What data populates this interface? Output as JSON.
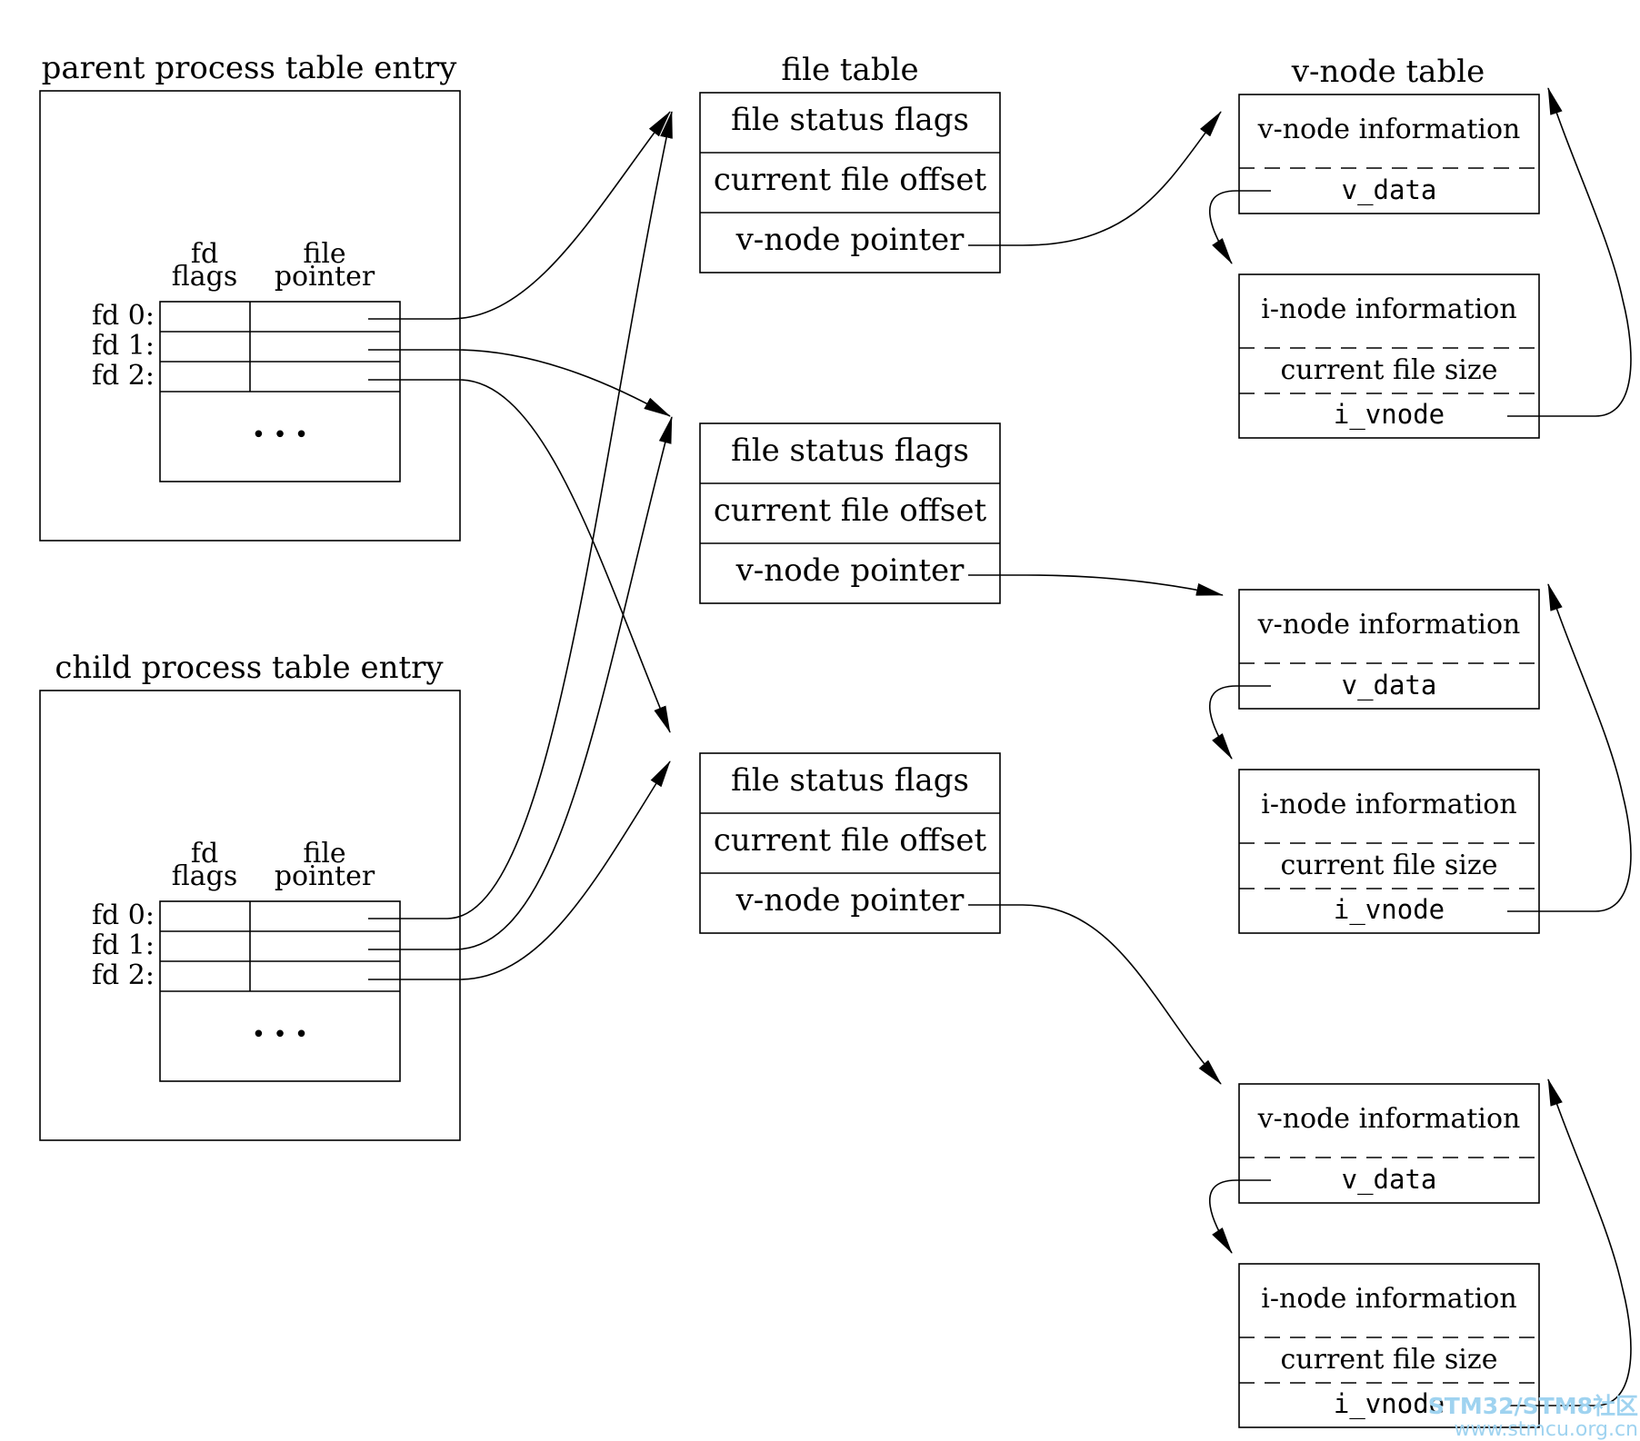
{
  "process_tables": [
    {
      "title": "parent process table entry",
      "col_headers": {
        "flags_top": "fd",
        "flags_bottom": "flags",
        "ptr_top": "file",
        "ptr_bottom": "pointer"
      },
      "rows": [
        "fd 0:",
        "fd 1:",
        "fd 2:"
      ],
      "ellipsis": "• • •"
    },
    {
      "title": "child process table entry",
      "col_headers": {
        "flags_top": "fd",
        "flags_bottom": "flags",
        "ptr_top": "file",
        "ptr_bottom": "pointer"
      },
      "rows": [
        "fd 0:",
        "fd 1:",
        "fd 2:"
      ],
      "ellipsis": "• • •"
    }
  ],
  "file_table": {
    "title": "file table",
    "entries": [
      {
        "status": "file status flags",
        "offset": "current file offset",
        "vnode": "v-node pointer"
      },
      {
        "status": "file status flags",
        "offset": "current file offset",
        "vnode": "v-node pointer"
      },
      {
        "status": "file status flags",
        "offset": "current file offset",
        "vnode": "v-node pointer"
      }
    ]
  },
  "vnode_table": {
    "title": "v-node table",
    "entries": [
      {
        "vinfo": "v-node information",
        "vdata": "v_data",
        "iinfo": "i-node information",
        "size": "current file size",
        "ivnode": "i_vnode"
      },
      {
        "vinfo": "v-node information",
        "vdata": "v_data",
        "iinfo": "i-node information",
        "size": "current file size",
        "ivnode": "i_vnode"
      },
      {
        "vinfo": "v-node information",
        "vdata": "v_data",
        "iinfo": "i-node information",
        "size": "current file size",
        "ivnode": "i_vnode"
      }
    ]
  },
  "watermark": {
    "line1": "STM32/STM8社区",
    "line2": "www.stmcu.org.cn"
  }
}
